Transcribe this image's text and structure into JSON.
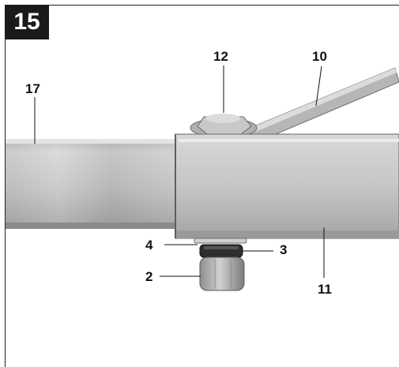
{
  "figure": {
    "number": "15",
    "callouts": {
      "c2": "2",
      "c3": "3",
      "c4": "4",
      "c10": "10",
      "c11": "11",
      "c12": "12",
      "c17": "17"
    }
  },
  "colors": {
    "badge_bg": "#1a1a1a",
    "metal_light": "#d2d2d2",
    "metal_dark": "#8a8a8a"
  }
}
